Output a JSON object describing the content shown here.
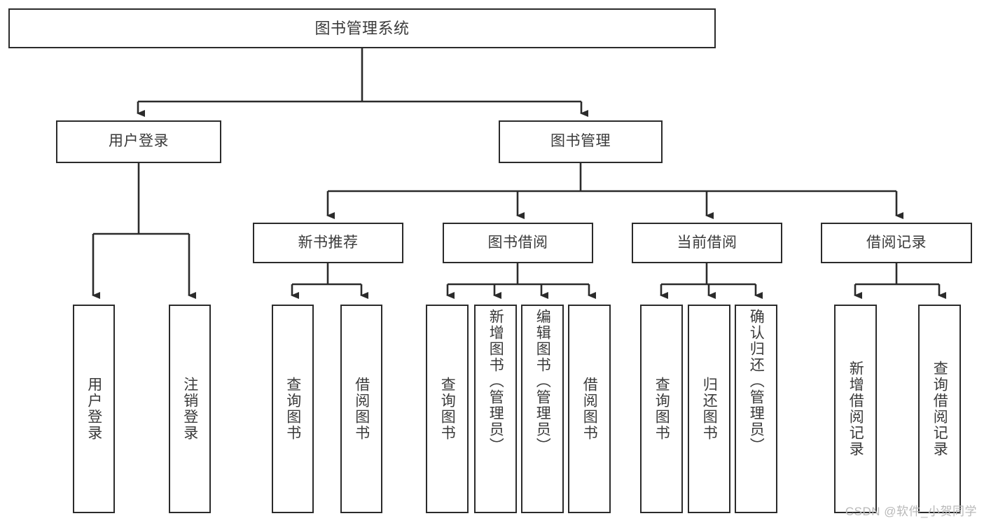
{
  "diagram": {
    "title": "图书管理系统",
    "type": "tree",
    "watermark": "CSDN @软件_小贺同学",
    "colors": {
      "box_border": "#2b2b2b",
      "box_fill": "#ffffff",
      "text": "#3a3a3a",
      "edge": "#2b2b2b",
      "watermark": "#b9b9b9",
      "background": "#ffffff"
    },
    "root": {
      "label": "图书管理系统"
    },
    "level1": [
      {
        "label": "用户登录"
      },
      {
        "label": "图书管理"
      }
    ],
    "level2": [
      {
        "label": "新书推荐"
      },
      {
        "label": "图书借阅"
      },
      {
        "label": "当前借阅"
      },
      {
        "label": "借阅记录"
      }
    ],
    "leaves": {
      "user_login": [
        {
          "label": "用户登录"
        },
        {
          "label": "注销登录"
        }
      ],
      "new_book_recommend": [
        {
          "label": "查询图书"
        },
        {
          "label": "借阅图书"
        }
      ],
      "book_borrow": [
        {
          "label": "查询图书"
        },
        {
          "label": "新增图书（管理员）"
        },
        {
          "label": "编辑图书（管理员）"
        },
        {
          "label": "借阅图书"
        }
      ],
      "current_borrow": [
        {
          "label": "查询图书"
        },
        {
          "label": "归还图书"
        },
        {
          "label": "确认归还（管理员）"
        }
      ],
      "borrow_record": [
        {
          "label": "新增借阅记录"
        },
        {
          "label": "查询借阅记录"
        }
      ]
    }
  }
}
